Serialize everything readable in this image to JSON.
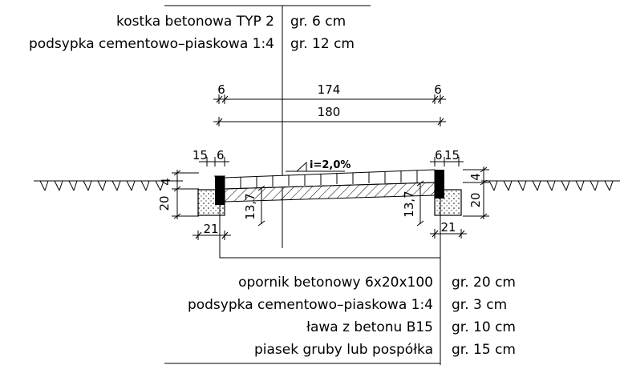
{
  "top_layers": [
    {
      "name": "kostka betonowa TYP 2",
      "thickness": "gr.   6 cm"
    },
    {
      "name": "podsypka cementowo–piaskowa 1:4",
      "thickness": "gr. 12 cm"
    }
  ],
  "bottom_layers": [
    {
      "name": "opornik betonowy 6x20x100",
      "thickness": "gr. 20 cm"
    },
    {
      "name": "podsypka cementowo–piaskowa 1:4",
      "thickness": "gr.   3 cm"
    },
    {
      "name": "ława z betonu B15",
      "thickness": "gr. 10 cm"
    },
    {
      "name": "piasek gruby lub pospółka",
      "thickness": "gr. 15 cm"
    }
  ],
  "dimensions": {
    "top_left": "6",
    "top_mid": "174",
    "top_right": "6",
    "total": "180",
    "left_15": "15",
    "left_6": "6",
    "right_6": "6",
    "right_15": "15",
    "left_4": "4",
    "left_20": "20",
    "left_137": "13,7",
    "right_137": "13,7",
    "right_4": "4",
    "right_20": "20",
    "left_21": "21",
    "right_21": "21"
  },
  "slope_label": "i=2,0%"
}
